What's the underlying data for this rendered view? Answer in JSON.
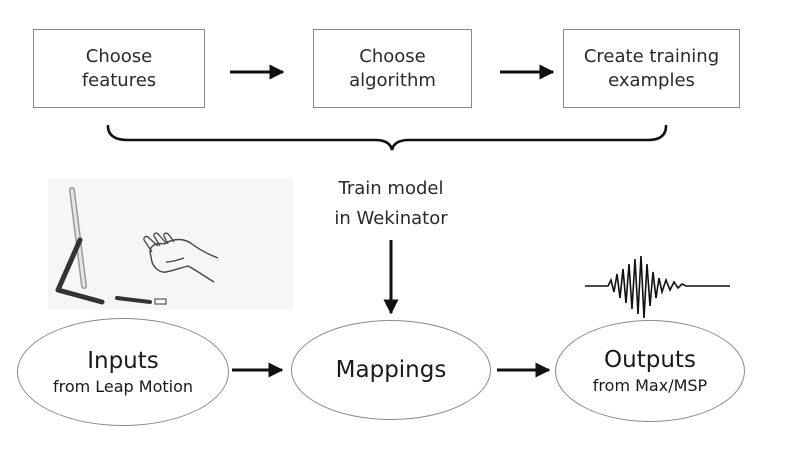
{
  "steps": [
    {
      "line1": "Choose",
      "line2": "features"
    },
    {
      "line1": "Choose",
      "line2": "algorithm"
    },
    {
      "line1": "Create training",
      "line2": "examples"
    }
  ],
  "train": {
    "line1": "Train model",
    "line2": "in Wekinator"
  },
  "nodes": {
    "inputs": {
      "title": "Inputs",
      "subtitle": "from Leap Motion"
    },
    "mappings": {
      "title": "Mappings"
    },
    "outputs": {
      "title": "Outputs",
      "subtitle": "from Max/MSP"
    }
  },
  "icons": {
    "left": "computer-monitor-with-hand-and-leap-motion-sensor-icon",
    "right": "sound-waveform-icon"
  },
  "colors": {
    "stroke": "#111111",
    "border": "#8a8a8a",
    "text": "#222222"
  }
}
